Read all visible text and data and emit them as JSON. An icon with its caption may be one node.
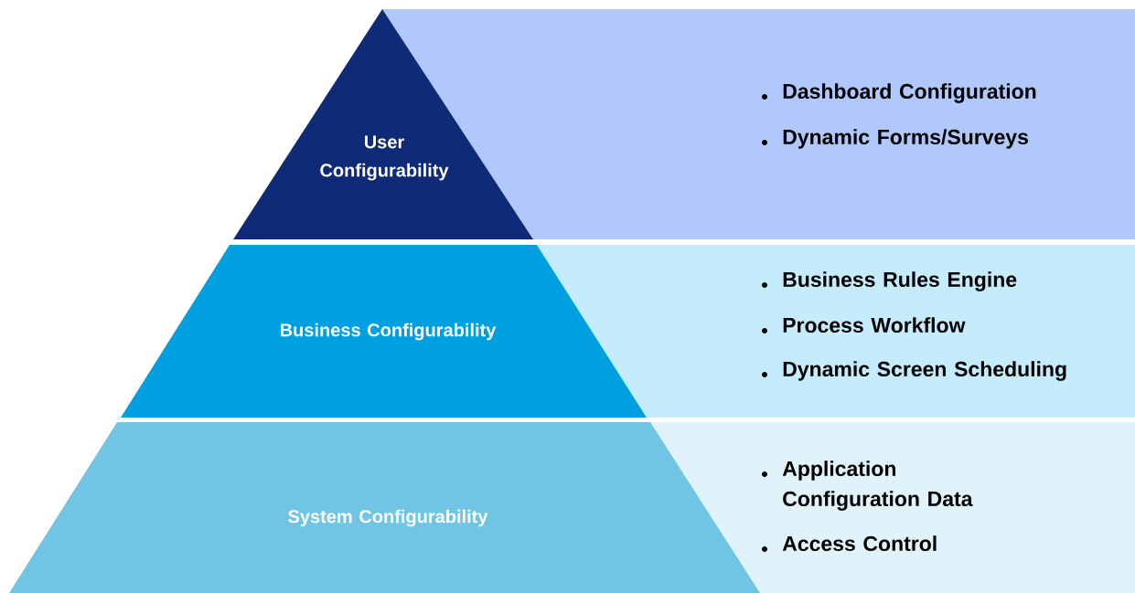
{
  "diagram": {
    "nodes": [
      {
        "text": [
          "User Configurability"
        ]
      },
      {
        "text": [
          "Dashboard Configuration",
          "Dynamic Forms/Surveys"
        ]
      },
      {
        "text": [
          "Business Configurability"
        ]
      },
      {
        "text": [
          "Business Rules Engine",
          "Process Workflow",
          "Dynamic Screen Scheduling"
        ]
      },
      {
        "text": [
          "System Configurability"
        ]
      },
      {
        "text": [
          "Application Configuration Data",
          "Access Control"
        ]
      }
    ]
  }
}
